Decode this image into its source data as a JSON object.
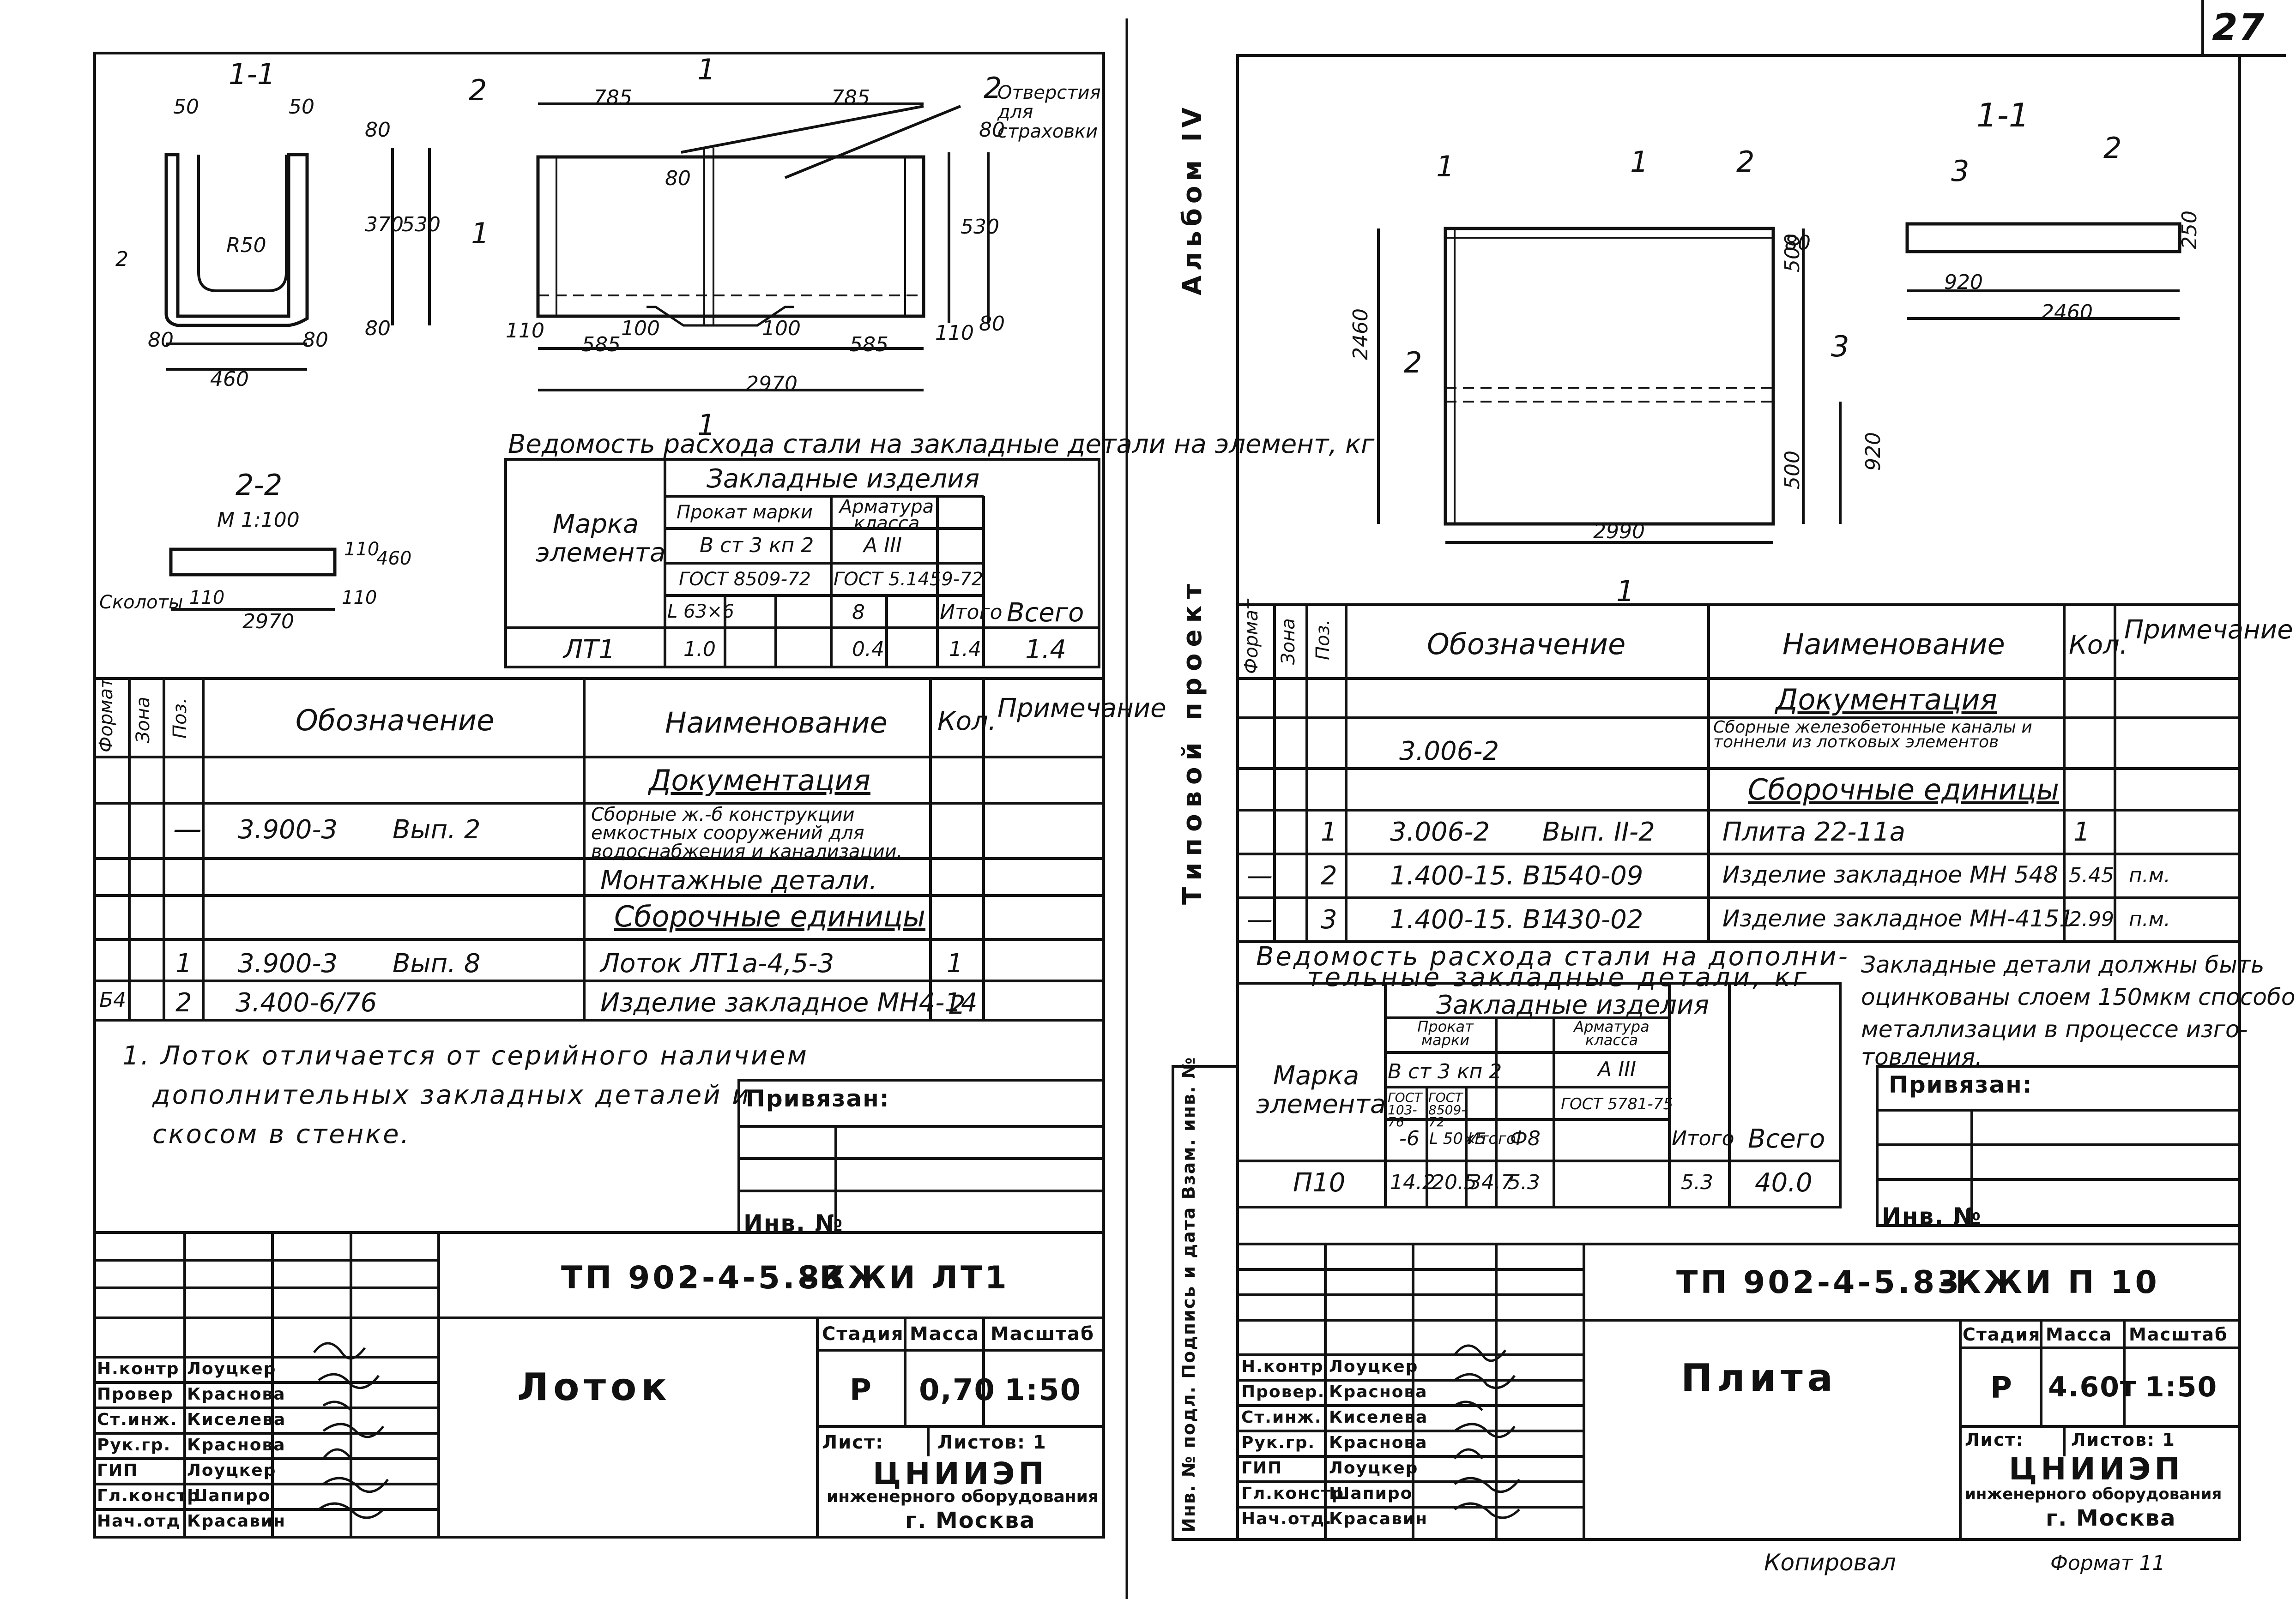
{
  "page_number": "27",
  "left": {
    "section_1_1": "1-1",
    "section_2_2": "2-2",
    "scale_2_2": "М 1:100",
    "dims_1_1": [
      "50",
      "50",
      "R50",
      "80",
      "370",
      "530",
      "80",
      "80",
      "460",
      "80",
      "2"
    ],
    "dims_plan": [
      "785",
      "785",
      "80",
      "530",
      "110",
      "585",
      "100",
      "100",
      "585",
      "110",
      "80",
      "2970",
      "80"
    ],
    "section_marks": [
      "2",
      "1",
      "2",
      "1",
      "1"
    ],
    "holes_label": "Отверстия для страховки",
    "dims_2_2": [
      "110",
      "110",
      "110",
      "460",
      "2970"
    ],
    "chip_label": "Сколоты",
    "steel_table": {
      "title": "Ведомость расхода стали на закладные детали на элемент, кг",
      "mark_header": "Марка элемента",
      "group_header": "Закладные изделия",
      "rolled": "Прокат марки",
      "rebar": "Арматура класса",
      "steel_grade": "В ст 3 кп 2",
      "rebar_class": "А III",
      "gost1": "ГОСТ 8509-72",
      "gost2": "ГОСТ 5.1459-72",
      "angle": "L 63×6",
      "diameter": "8",
      "itogo": "Итого",
      "vsego": "Всего",
      "row": {
        "mark": "ЛТ1",
        "v1": "1.0",
        "v2": "0.4",
        "itogo": "1.4",
        "vsego": "1.4"
      }
    },
    "spec": {
      "col_format": "Формат",
      "col_zone": "Зона",
      "col_pos": "Поз.",
      "col_designation": "Обозначение",
      "col_name": "Наименование",
      "col_qty": "Кол.",
      "col_note": "Примечание",
      "sec_doc": "Документация",
      "r1_pos": "—",
      "r1_des": "3.900-3",
      "r1_issue": "Вып. 2",
      "r1_name": "Сборные ж.-б конструкции емкостных сооружений для водоснабжения и канализации.",
      "r2_name": "Монтажные детали.",
      "sec_units": "Сборочные единицы",
      "r3_pos": "1",
      "r3_des": "3.900-3",
      "r3_issue": "Вып. 8",
      "r3_name": "Лоток ЛТ1а-4,5-3",
      "r3_qty": "1",
      "r4_format": "Б4",
      "r4_pos": "2",
      "r4_des": "3.400-6/76",
      "r4_name": "Изделие закладное МН4-14",
      "r4_qty": "2"
    },
    "note": [
      "1. Лоток отличается от серийного наличием",
      "дополнительных закладных деталей и",
      "скосом в стенке."
    ],
    "privyazan": "Привязан:",
    "inv": "Инв. №",
    "title_code": "ТП 902-4-5.83",
    "title_sheet": "-КЖИ   ЛТ1",
    "element_name": "Лоток",
    "stage_hdr": "Стадия",
    "mass_hdr": "Масса",
    "scale_hdr": "Масштаб",
    "stage": "Р",
    "mass": "0,70",
    "scale": "1:50",
    "list": "Лист:",
    "listov": "Листов: 1",
    "org1": "ЦНИИЭП",
    "org2": "инженерного оборудования",
    "org3": "г. Москва",
    "signers": [
      {
        "role": "Н.контр",
        "name": "Лоуцкер"
      },
      {
        "role": "Провер",
        "name": "Краснова"
      },
      {
        "role": "Ст.инж.",
        "name": "Киселева"
      },
      {
        "role": "Рук.гр.",
        "name": "Краснова"
      },
      {
        "role": "ГИП",
        "name": "Лоуцкер"
      },
      {
        "role": "Гл.констр",
        "name": "Шапиро"
      },
      {
        "role": "Нач.отд",
        "name": "Красавин"
      }
    ]
  },
  "right": {
    "side_album": "Альбом IV",
    "side_project": "Типовой проект",
    "side_stamp": "Инв. № подл.   Подпись и дата   Взам. инв. №",
    "section_1_1": "1-1",
    "dims_plan": [
      "2460",
      "500",
      "80",
      "500",
      "920",
      "2990"
    ],
    "dims_section": [
      "250",
      "920",
      "2460"
    ],
    "leaders": [
      "1",
      "2",
      "1",
      "2",
      "3",
      "1",
      "3",
      "2"
    ],
    "spec": {
      "col_format": "Формат",
      "col_zone": "Зона",
      "col_pos": "Поз.",
      "col_designation": "Обозначение",
      "col_name": "Наименование",
      "col_qty": "Кол.",
      "col_note": "Примечание",
      "sec_doc": "Документация",
      "r0_des": "3.006-2",
      "r0_name": "Сборные железобетонные каналы и тоннели из лотковых элементов",
      "sec_units": "Сборочные единицы",
      "r1_pos": "1",
      "r1_des": "3.006-2",
      "r1_issue": "Вып. II-2",
      "r1_name": "Плита 22-11а",
      "r1_qty": "1",
      "r2_zone": "—",
      "r2_pos": "2",
      "r2_des": "1.400-15. В1",
      "r2_issue": "540-09",
      "r2_name": "Изделие закладное МН 548",
      "r2_qty": "5.45",
      "r2_note": "п.м.",
      "r3_zone": "—",
      "r3_pos": "3",
      "r3_des": "1.400-15. В1",
      "r3_issue": "430-02",
      "r3_name": "Изделие закладное МН-4151",
      "r3_qty": "2.99",
      "r3_note": "п.м."
    },
    "steel_table": {
      "title1": "Ведомость расхода стали на дополни-",
      "title2": "тельные закладные детали, кг",
      "group": "Закладные изделия",
      "mark_header": "Марка элемента",
      "rolled": "Прокат марки",
      "rebar": "Арматура класса",
      "steel_grade": "В ст 3 кп 2",
      "rebar_class": "А III",
      "gost_a": "ГОСТ 103-76",
      "gost_b": "ГОСТ 8509-72",
      "gost_c": "ГОСТ 5781-75",
      "c1": "-6",
      "c2": "L 50×5",
      "c3": "Итого",
      "c4": "Ф8",
      "itogo": "Итого",
      "vsego": "Всего",
      "row": {
        "mark": "П10",
        "v1": "14.2",
        "v2": "20.5",
        "v3": "34.7",
        "v4": "5.3",
        "itogo": "5.3",
        "vsego": "40.0"
      }
    },
    "note": [
      "Закладные детали должны быть",
      "оцинкованы слоем 150мкм способом",
      "металлизации в процессе изго-",
      "товления."
    ],
    "privyazan": "Привязан:",
    "inv": "Инв. №",
    "title_code": "ТП 902-4-5.83",
    "title_sheet": "-КЖИ  П 10",
    "element_name": "Плита",
    "stage_hdr": "Стадия",
    "mass_hdr": "Масса",
    "scale_hdr": "Масштаб",
    "stage": "Р",
    "mass": "4.60т",
    "scale": "1:50",
    "list": "Лист:",
    "listov": "Листов: 1",
    "org1": "ЦНИИЭП",
    "org2": "инженерного оборудования",
    "org3": "г. Москва",
    "signers": [
      {
        "role": "Н.контр",
        "name": "Лоуцкер"
      },
      {
        "role": "Провер.",
        "name": "Краснова"
      },
      {
        "role": "Ст.инж.",
        "name": "Киселева"
      },
      {
        "role": "Рук.гр.",
        "name": "Краснова"
      },
      {
        "role": "ГИП",
        "name": "Лоуцкер"
      },
      {
        "role": "Гл.констр",
        "name": "Шапиро"
      },
      {
        "role": "Нач.отд.",
        "name": "Красавин"
      }
    ],
    "footer": "Копировал",
    "footer_format": "Формат 11"
  }
}
